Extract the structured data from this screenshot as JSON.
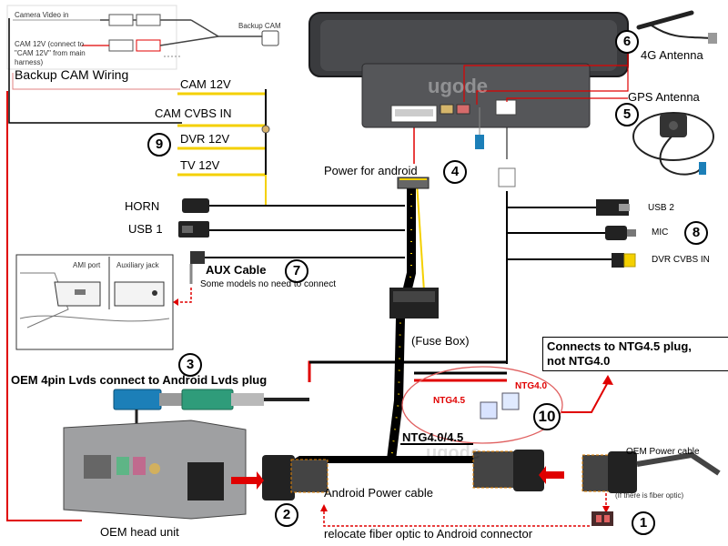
{
  "backup_cam": {
    "camera_video_in": "Camera Video in",
    "cam12v_note": "CAM 12V (connect to \"CAM 12V\" from main harness)",
    "backup_cam_label": "Backup CAM",
    "title": "Backup CAM Wiring",
    "numbers": "9"
  },
  "harness_left": {
    "cam12v": "CAM 12V",
    "cam_cvbs_in": "CAM CVBS IN",
    "dvr12v": "DVR 12V",
    "tv12v": "TV 12V",
    "horn": "HORN",
    "usb1": "USB 1"
  },
  "aux": {
    "title": "AUX Cable",
    "number": "7",
    "note": "Some models no need to connect",
    "ami_port": "AMI port",
    "aux_jack": "Auxiliary jack"
  },
  "antennas": {
    "antenna_4g": "4G Antenna",
    "num_4g": "6",
    "gps": "GPS Antenna",
    "num_gps": "5"
  },
  "power": {
    "power_for_android": "Power for android",
    "num_power": "4",
    "fuse_box": "(Fuse Box)"
  },
  "right_cables": {
    "usb2": "USB 2",
    "mic": "MIC",
    "num_mic": "8",
    "dvr_cvbs_in": "DVR CVBS IN"
  },
  "lvds": {
    "num": "3",
    "label": "OEM 4pin Lvds connect to Android Lvds plug"
  },
  "ntg": {
    "connects_label_line1": "Connects to NTG4.5 plug,",
    "connects_label_line2": "not NTG4.0",
    "ntg45": "NTG4.5",
    "ntg40": "NTG4.0",
    "num": "10",
    "ntg40_45": "NTG4.0/4.5"
  },
  "bottom": {
    "oem_power_cable": "OEM Power cable",
    "fiber_note": "(If there is fiber optic)",
    "num_fiber": "1",
    "android_power_cable": "Android Power cable",
    "num_android_power": "2",
    "oem_head_unit": "OEM head unit",
    "relocate_note": "relocate fiber optic to Android connector"
  },
  "watermark": "ugode",
  "colors": {
    "red_wire": "#e00000",
    "yellow_wire": "#f4d000",
    "black_wire": "#000000",
    "lvds_blue": "#1c7fb8",
    "lvds_green": "#2f9c7a",
    "screen_body": "#3a3b3e"
  }
}
